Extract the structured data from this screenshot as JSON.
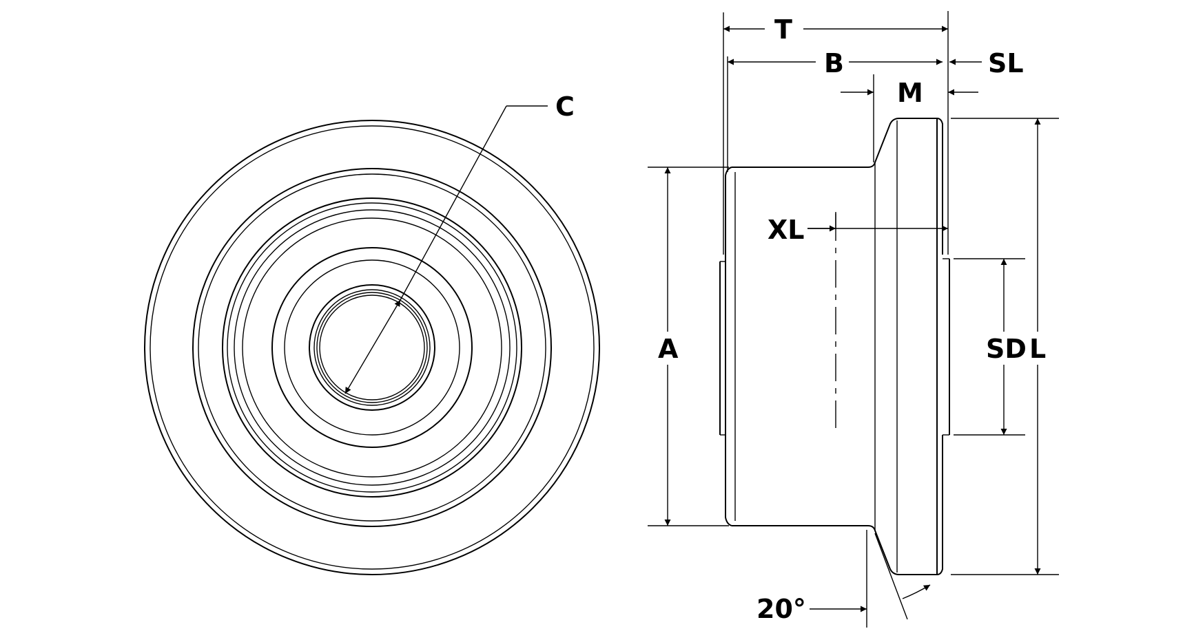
{
  "labels": {
    "C": "C",
    "T": "T",
    "B": "B",
    "SL": "SL",
    "M": "M",
    "XL": "XL",
    "A": "A",
    "SD": "SD",
    "L": "L",
    "angle": "20°"
  },
  "colors": {
    "line": "#000000",
    "background": "#ffffff"
  }
}
